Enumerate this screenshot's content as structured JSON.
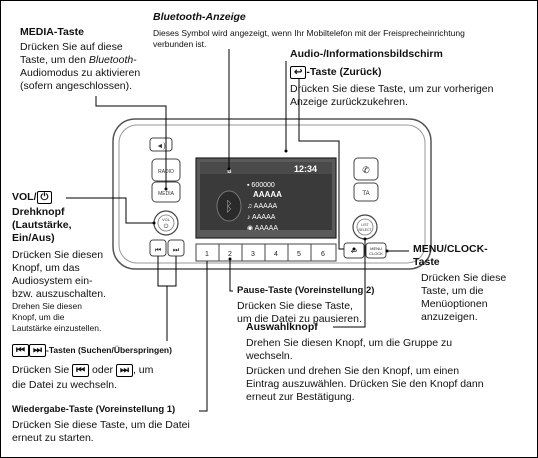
{
  "bluetooth_indicator": {
    "title": "Bluetooth-Anzeige",
    "line1": "Dieses Symbol wird angezeigt, wenn Ihr Mobiltelefon mit der Freisprecheinrichtung",
    "line2": "verbunden ist."
  },
  "media_button": {
    "title": "MEDIA-Taste",
    "line1": "Drücken Sie auf diese",
    "line2_pre": "Taste, um den ",
    "line2_italic": "Bluetooth",
    "line2_post": "-",
    "line3": "Audiomodus zu aktivieren",
    "line4": "(sofern angeschlossen)."
  },
  "audio_screen": {
    "title": "Audio-/Informationsbildschirm"
  },
  "back_button": {
    "title": "-Taste (Zurück)",
    "line1": "Drücken Sie diese Taste, um zur vorherigen",
    "line2": "Anzeige zurückzukehren."
  },
  "vol_knob": {
    "title1": "VOL/",
    "title2": "Drehknopf",
    "title3": "(Lautstärke,",
    "title4": "Ein/Aus)",
    "line1": "Drücken Sie diesen",
    "line2": "Knopf, um das",
    "line3": "Audiosystem ein-",
    "line4": "bzw. auszuschalten.",
    "line5": "Drehen Sie diesen",
    "line6": "Knopf, um die",
    "line7": "Lautstärke einzustellen."
  },
  "menu_clock": {
    "title1": "MENU/CLOCK-",
    "title2": "Taste",
    "line1": "Drücken Sie diese",
    "line2": "Taste, um die",
    "line3": "Menüoptionen",
    "line4": "anzuzeigen."
  },
  "pause_button": {
    "title": "Pause-Taste (Voreinstellung 2)",
    "line1": "Drücken Sie diese Taste,",
    "line2": "um die Datei zu pausieren."
  },
  "selector_knob": {
    "title": "Auswahlknopf",
    "line1": "Drehen Sie diesen Knopf, um die Gruppe zu",
    "line2": "wechseln.",
    "line3": "Drücken und drehen Sie den Knopf, um einen",
    "line4": "Eintrag auszuwählen. Drücken Sie den Knopf dann",
    "line5": "erneut zur Bestätigung."
  },
  "skip_buttons": {
    "title": "-Tasten (Suchen/Überspringen)",
    "line1_pre": "Drücken Sie ",
    "line1_mid": " oder ",
    "line1_post": ", um",
    "line2": "die Datei zu wechseln."
  },
  "play_button": {
    "title": "Wiedergabe-Taste (Voreinstellung 1)",
    "line1": "Drücken Sie diese Taste, um die Datei",
    "line2": "erneut zu starten."
  },
  "device": {
    "clock": "12:34",
    "track_number": "600000",
    "lines": [
      "AAAAA",
      "AAAAA",
      "AAAAA",
      "AAAAA"
    ],
    "presets": [
      "1",
      "2",
      "3",
      "4",
      "5",
      "6"
    ],
    "radio_label": "RADIO",
    "media_label": "MEDIA",
    "ta_label": "TA",
    "vol_label": "VOL",
    "list_label": "LIST SELECT",
    "menu_label": "MENU",
    "clock_label": "CLOCK"
  }
}
